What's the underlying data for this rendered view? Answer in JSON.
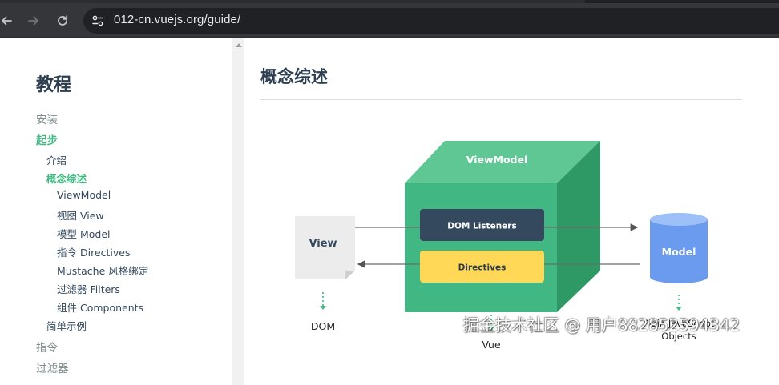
{
  "browser": {
    "url": "012-cn.vuejs.org/guide/",
    "icons": [
      "back-arrow-icon",
      "forward-arrow-icon",
      "reload-icon",
      "site-settings-icon"
    ]
  },
  "sidebar": {
    "title": "教程",
    "items": [
      {
        "label": "安装",
        "level": 1,
        "active": false
      },
      {
        "label": "起步",
        "level": 1,
        "active": true
      },
      {
        "label": "介绍",
        "level": 2,
        "active": false
      },
      {
        "label": "概念综述",
        "level": 2,
        "active": true
      },
      {
        "label": "ViewModel",
        "level": 3,
        "active": false
      },
      {
        "label": "视图 View",
        "level": 3,
        "active": false
      },
      {
        "label": "模型 Model",
        "level": 3,
        "active": false
      },
      {
        "label": "指令 Directives",
        "level": 3,
        "active": false
      },
      {
        "label": "Mustache 风格绑定",
        "level": 3,
        "active": false
      },
      {
        "label": "过滤器 Filters",
        "level": 3,
        "active": false
      },
      {
        "label": "组件 Components",
        "level": 3,
        "active": false
      },
      {
        "label": "简单示例",
        "level": 2,
        "active": false
      },
      {
        "label": "指令",
        "level": 1,
        "active": false
      },
      {
        "label": "过滤器",
        "level": 1,
        "active": false
      }
    ]
  },
  "content": {
    "title": "概念综述",
    "diagram": {
      "view_label": "View",
      "dom_label": "DOM",
      "viewmodel_label": "ViewModel",
      "dom_listeners_label": "DOM Listeners",
      "directives_label": "Directives",
      "vue_label": "Vue",
      "model_label": "Model",
      "plain_js_line1": "Plain JavaScript",
      "plain_js_line2": "Objects"
    }
  },
  "colors": {
    "accent": "#42b983",
    "cube_front": "#41b883",
    "cube_top": "#5fc794",
    "cube_side": "#2f9966",
    "dom_listeners_bg": "#35495e",
    "directives_bg": "#ffd857",
    "model_cylinder": "#6b9bef",
    "text_dark": "#2c3e50"
  },
  "watermark": "掘金技术社区 @ 用户882852594342"
}
